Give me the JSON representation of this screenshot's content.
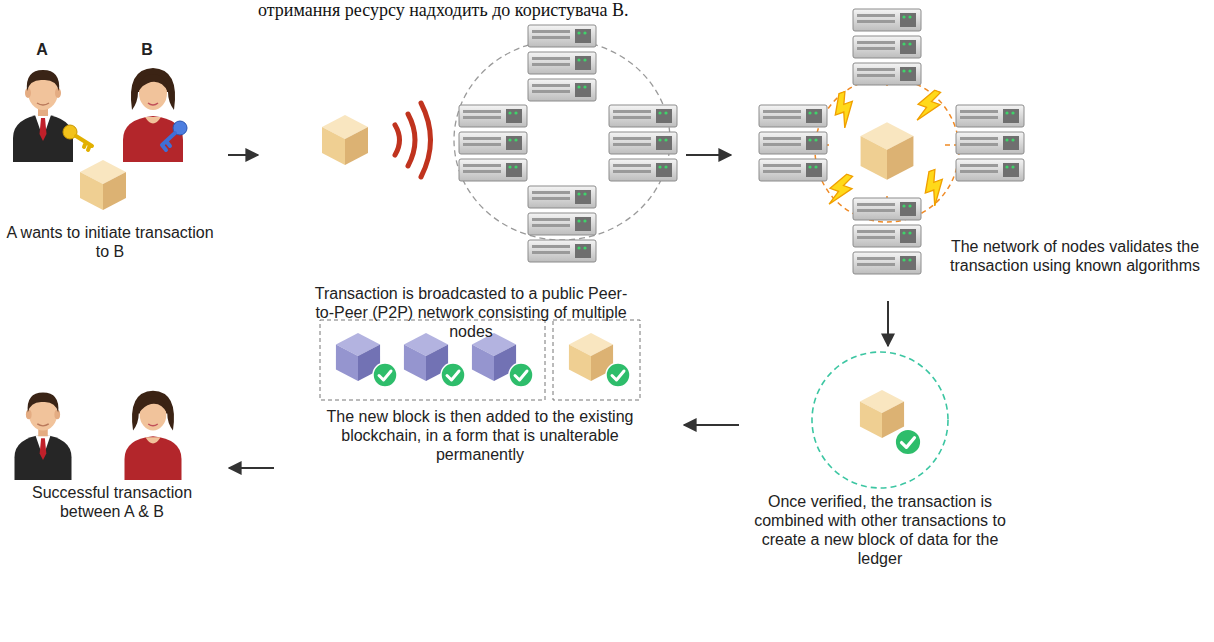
{
  "diagram": {
    "nodes": [
      {
        "text": [
          "A",
          "B",
          "A wants to initiate transaction to B"
        ]
      },
      {
        "text": [
          "Transaction is broadcasted to a public Peer-to-Peer (P2P) network consisting of multiple nodes"
        ]
      },
      {
        "text": [
          "The network of nodes validates the transaction using known algorithms"
        ]
      },
      {
        "text": [
          "Once verified, the transaction is combined with other transactions to create a new block of data for the ledger"
        ]
      },
      {
        "text": [
          "The new block is then added to the existing blockchain, in a form that is unalterable permanently"
        ]
      },
      {
        "text": [
          "Successful transaction between A & B"
        ]
      }
    ],
    "edges": [
      {
        "from": 0,
        "to": 1,
        "arrow": "to"
      },
      {
        "from": 1,
        "to": 2,
        "arrow": "to"
      },
      {
        "from": 2,
        "to": 3,
        "arrow": "to"
      },
      {
        "from": 3,
        "to": 4,
        "arrow": "to"
      },
      {
        "from": 4,
        "to": 5,
        "arrow": "to"
      }
    ],
    "labels": [
      "отримання ресурсу надходить до користувача В."
    ]
  }
}
